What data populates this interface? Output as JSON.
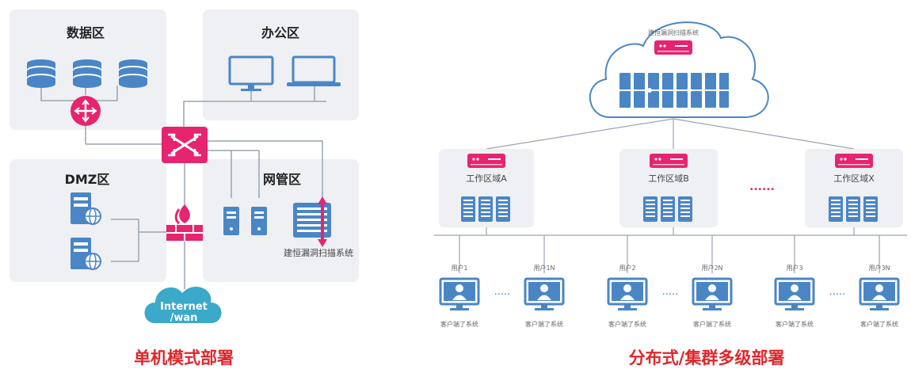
{
  "left": {
    "zones": {
      "data": "数据区",
      "office": "办公区",
      "dmz": "DMZ区",
      "netmgmt": "网管区"
    },
    "scanner_label": "建恒漏洞扫描系统",
    "internet": [
      "Internet",
      "/wan"
    ],
    "caption": "单机模式部署"
  },
  "right": {
    "cloud_label": "建恒漏洞扫描系统",
    "work_zones": [
      "工作区域A",
      "工作区域B",
      "工作区域X"
    ],
    "ellipsis": "......",
    "users": [
      "用户1",
      "用户1N",
      "用户2",
      "用户2N",
      "用户3",
      "用户3N"
    ],
    "clients": [
      "客户端了系统",
      "客户端了系统",
      "客户端了系统",
      "客户端了系统",
      "客户端了系统",
      "客户端了系统"
    ],
    "client_ellipsis": ".....",
    "caption": "分布式/集群多级部署"
  },
  "colors": {
    "accent": "#e6246f",
    "blue": "#4a86c5",
    "zone_bg": "#eef0f4",
    "caption": "#e0262a",
    "line": "#9aa4b2"
  }
}
